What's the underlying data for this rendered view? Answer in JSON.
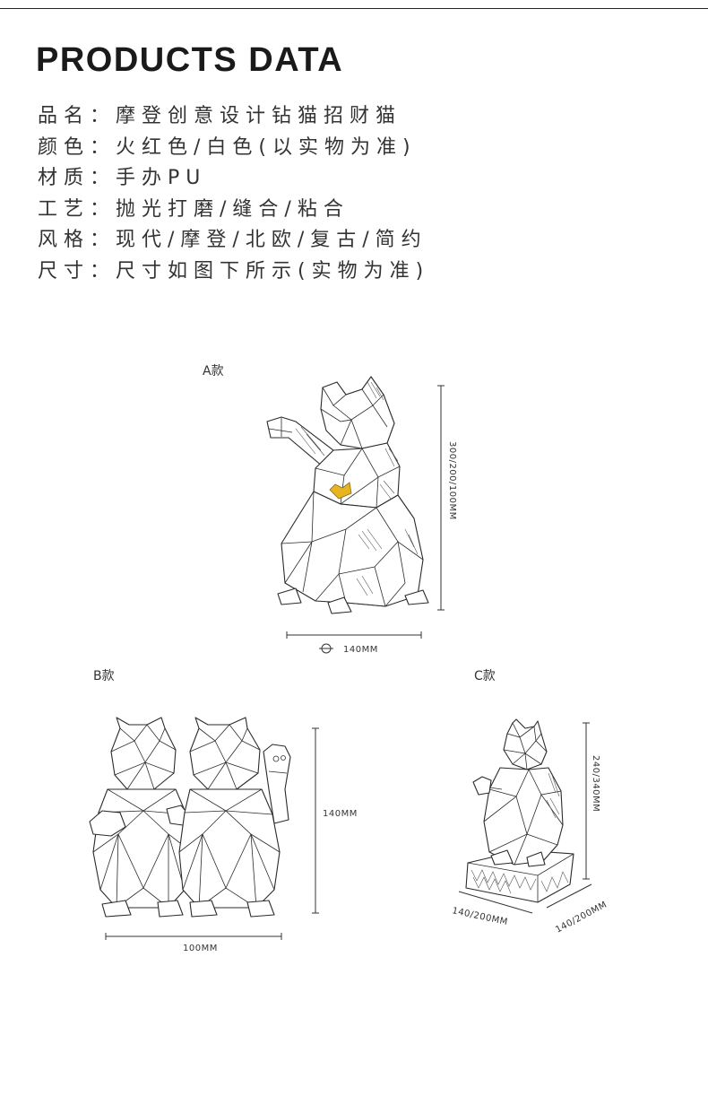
{
  "header": {
    "title": "PRODUCTS DATA"
  },
  "specs": [
    {
      "label": "品名：",
      "value": "摩登创意设计钻猫招财猫"
    },
    {
      "label": "颜色：",
      "value": "火红色/白色(以实物为准)"
    },
    {
      "label": "材质：",
      "value": "手办PU"
    },
    {
      "label": "工艺：",
      "value": "抛光打磨/缝合/粘合"
    },
    {
      "label": "风格：",
      "value": "现代/摩登/北欧/复古/简约"
    },
    {
      "label": "尺寸：",
      "value": "尺寸如图下所示(实物为准)"
    }
  ],
  "variants": {
    "a": {
      "label": "A款",
      "height_dim": "300/200/100MM",
      "width_dim": "140MM"
    },
    "b": {
      "label": "B款",
      "height_dim": "140MM",
      "width_dim": "100MM"
    },
    "c": {
      "label": "C款",
      "height_dim": "240/340MM",
      "width_dim": "140/200MM",
      "depth_dim": "140/200MM"
    }
  },
  "colors": {
    "accent_gold": "#e6b422",
    "ink": "#2b2b2b"
  }
}
